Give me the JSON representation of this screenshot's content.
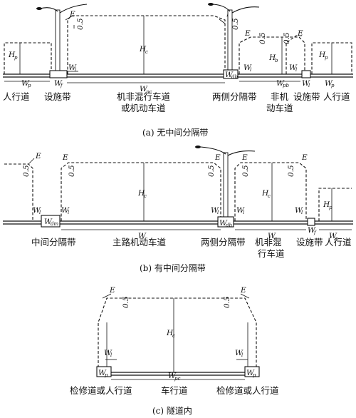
{
  "diagram": {
    "a": {
      "caption": "(a) 无中间分隔带",
      "labels": {
        "sidewalk": "人行道",
        "facility_belt": "设施带",
        "main_lane_line1": "机非混行车道",
        "main_lane_line2": "或机动车道",
        "two_side_divider": "两侧分隔带",
        "nonmotor_line1": "非机",
        "nonmotor_line2": "动车道",
        "facility_belt_right": "设施带",
        "sidewalk_right": "人行道"
      },
      "symbols": {
        "E": "E",
        "half": "0.5",
        "Hc": "H",
        "Hc_sub": "c",
        "Hp": "H",
        "Hp_sub": "p",
        "Hb": "H",
        "Hb_sub": "b",
        "Wl": "W",
        "Wl_sub": "l",
        "Wf": "W",
        "Wf_sub": "f",
        "Wp": "W",
        "Wp_sub": "p",
        "Wpc": "W",
        "Wpc_sub": "pc",
        "Wdb": "W",
        "Wdb_sub": "db",
        "Wpb": "W",
        "Wpb_sub": "pb"
      }
    },
    "b": {
      "caption": "(b) 有中间分隔带",
      "labels": {
        "median": "中间分隔带",
        "main_lane": "主路机动车道",
        "two_side_divider": "两侧分隔带",
        "mixed_line1": "机非混",
        "mixed_line2": "行车道",
        "facility_belt": "设施带",
        "sidewalk": "人行道"
      },
      "symbols": {
        "E": "E",
        "half": "0.5",
        "Hc": "H",
        "Hc_sub": "c",
        "Hp": "H",
        "Hp_sub": "p",
        "Wl": "W",
        "Wl_sub": "l",
        "Wdm": "W",
        "Wdm_sub": "dm",
        "Wc": "W",
        "Wc_sub": "c",
        "Wdb": "W",
        "Wdb_sub": "db",
        "Wf": "W",
        "Wf_sub": "f",
        "Wp": "W",
        "Wp_sub": "p"
      }
    },
    "c": {
      "caption": "(c) 隧道内",
      "labels": {
        "left_walk": "检修道或人行道",
        "carriageway": "车行道",
        "right_walk": "检修道或人行道"
      },
      "symbols": {
        "E": "E",
        "half": "0.5",
        "Hc": "H",
        "Hc_sub": "c",
        "Wl": "W",
        "Wl_sub": "l",
        "Wp": "W",
        "Wp_sub": "p",
        "Wpc": "W",
        "Wpc_sub": "pc"
      }
    }
  }
}
